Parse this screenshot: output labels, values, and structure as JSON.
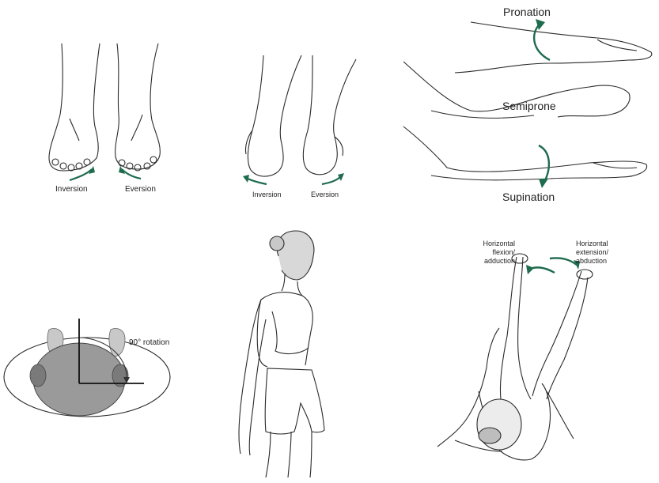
{
  "colors": {
    "arrow": "#1e6b4e",
    "line": "#2a2a2a",
    "head_gray": "#9a9a9a",
    "head_dark": "#7a7a7a"
  },
  "panels": {
    "feet_front": {
      "inversion": "Inversion",
      "eversion": "Eversion"
    },
    "feet_back": {
      "inversion": "Inversion",
      "eversion": "Eversion"
    },
    "forearm": {
      "pronation": "Pronation",
      "semiprone": "Semiprone",
      "supination": "Supination"
    },
    "head_top": {
      "rotation": "90° rotation"
    },
    "woman": {},
    "hips": {
      "left_label": "Horizontal flexion/ adduction",
      "right_label": "Horizontal extension/ abduction"
    }
  }
}
